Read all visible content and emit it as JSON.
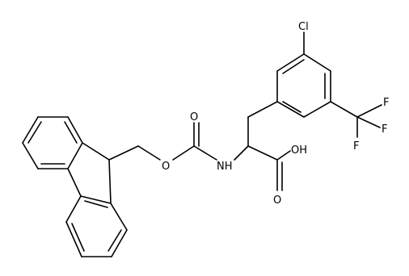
{
  "molecule": {
    "atom_labels": {
      "cl": "Cl",
      "f1": "F",
      "f2": "F",
      "f3": "F",
      "oh": "OH",
      "o_acid": "O",
      "nh": "NH",
      "o_carbonyl": "O",
      "o_ester": "O"
    },
    "colors": {
      "bond": "#000000",
      "text": "#000000",
      "background": "#ffffff"
    }
  }
}
